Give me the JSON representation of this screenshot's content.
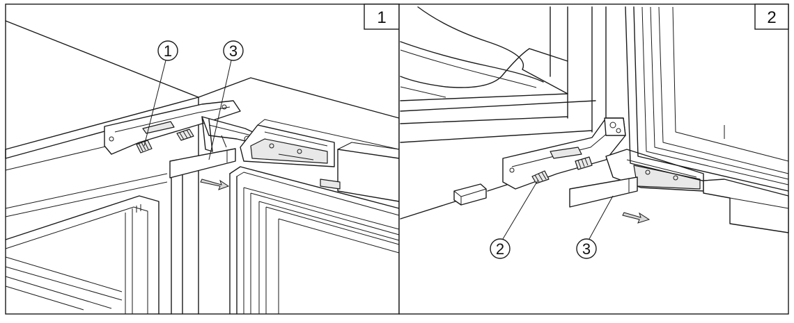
{
  "panels": [
    {
      "number": "1",
      "callouts": [
        "1",
        "3"
      ]
    },
    {
      "number": "2",
      "callouts": [
        "2",
        "3"
      ]
    }
  ],
  "colors": {
    "line": "#1a1a1a",
    "background": "#ffffff",
    "shade": "#e8e8e8"
  }
}
